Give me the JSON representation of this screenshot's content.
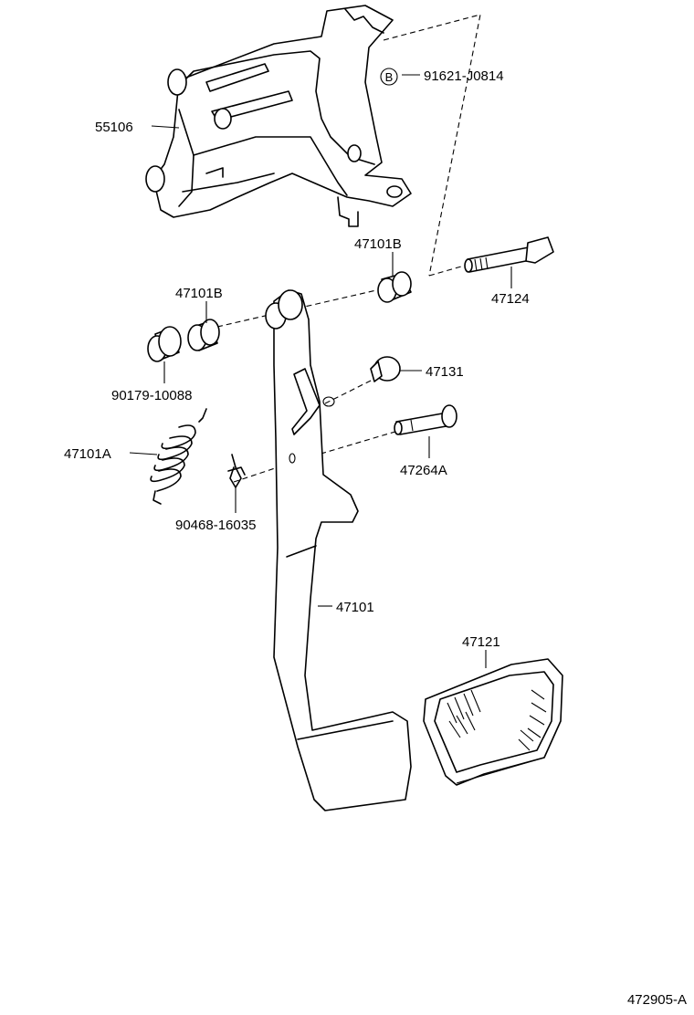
{
  "diagram_id": "472905-A",
  "callouts": {
    "c91621": "91621-J0814",
    "c55106": "55106",
    "c47101B_top": "47101B",
    "c47124": "47124",
    "c47101B_left": "47101B",
    "c90179": "90179-10088",
    "c47131": "47131",
    "c47101A": "47101A",
    "c47264A": "47264A",
    "c90468": "90468-16035",
    "c47101": "47101",
    "c47121": "47121"
  },
  "marker_b": "B"
}
